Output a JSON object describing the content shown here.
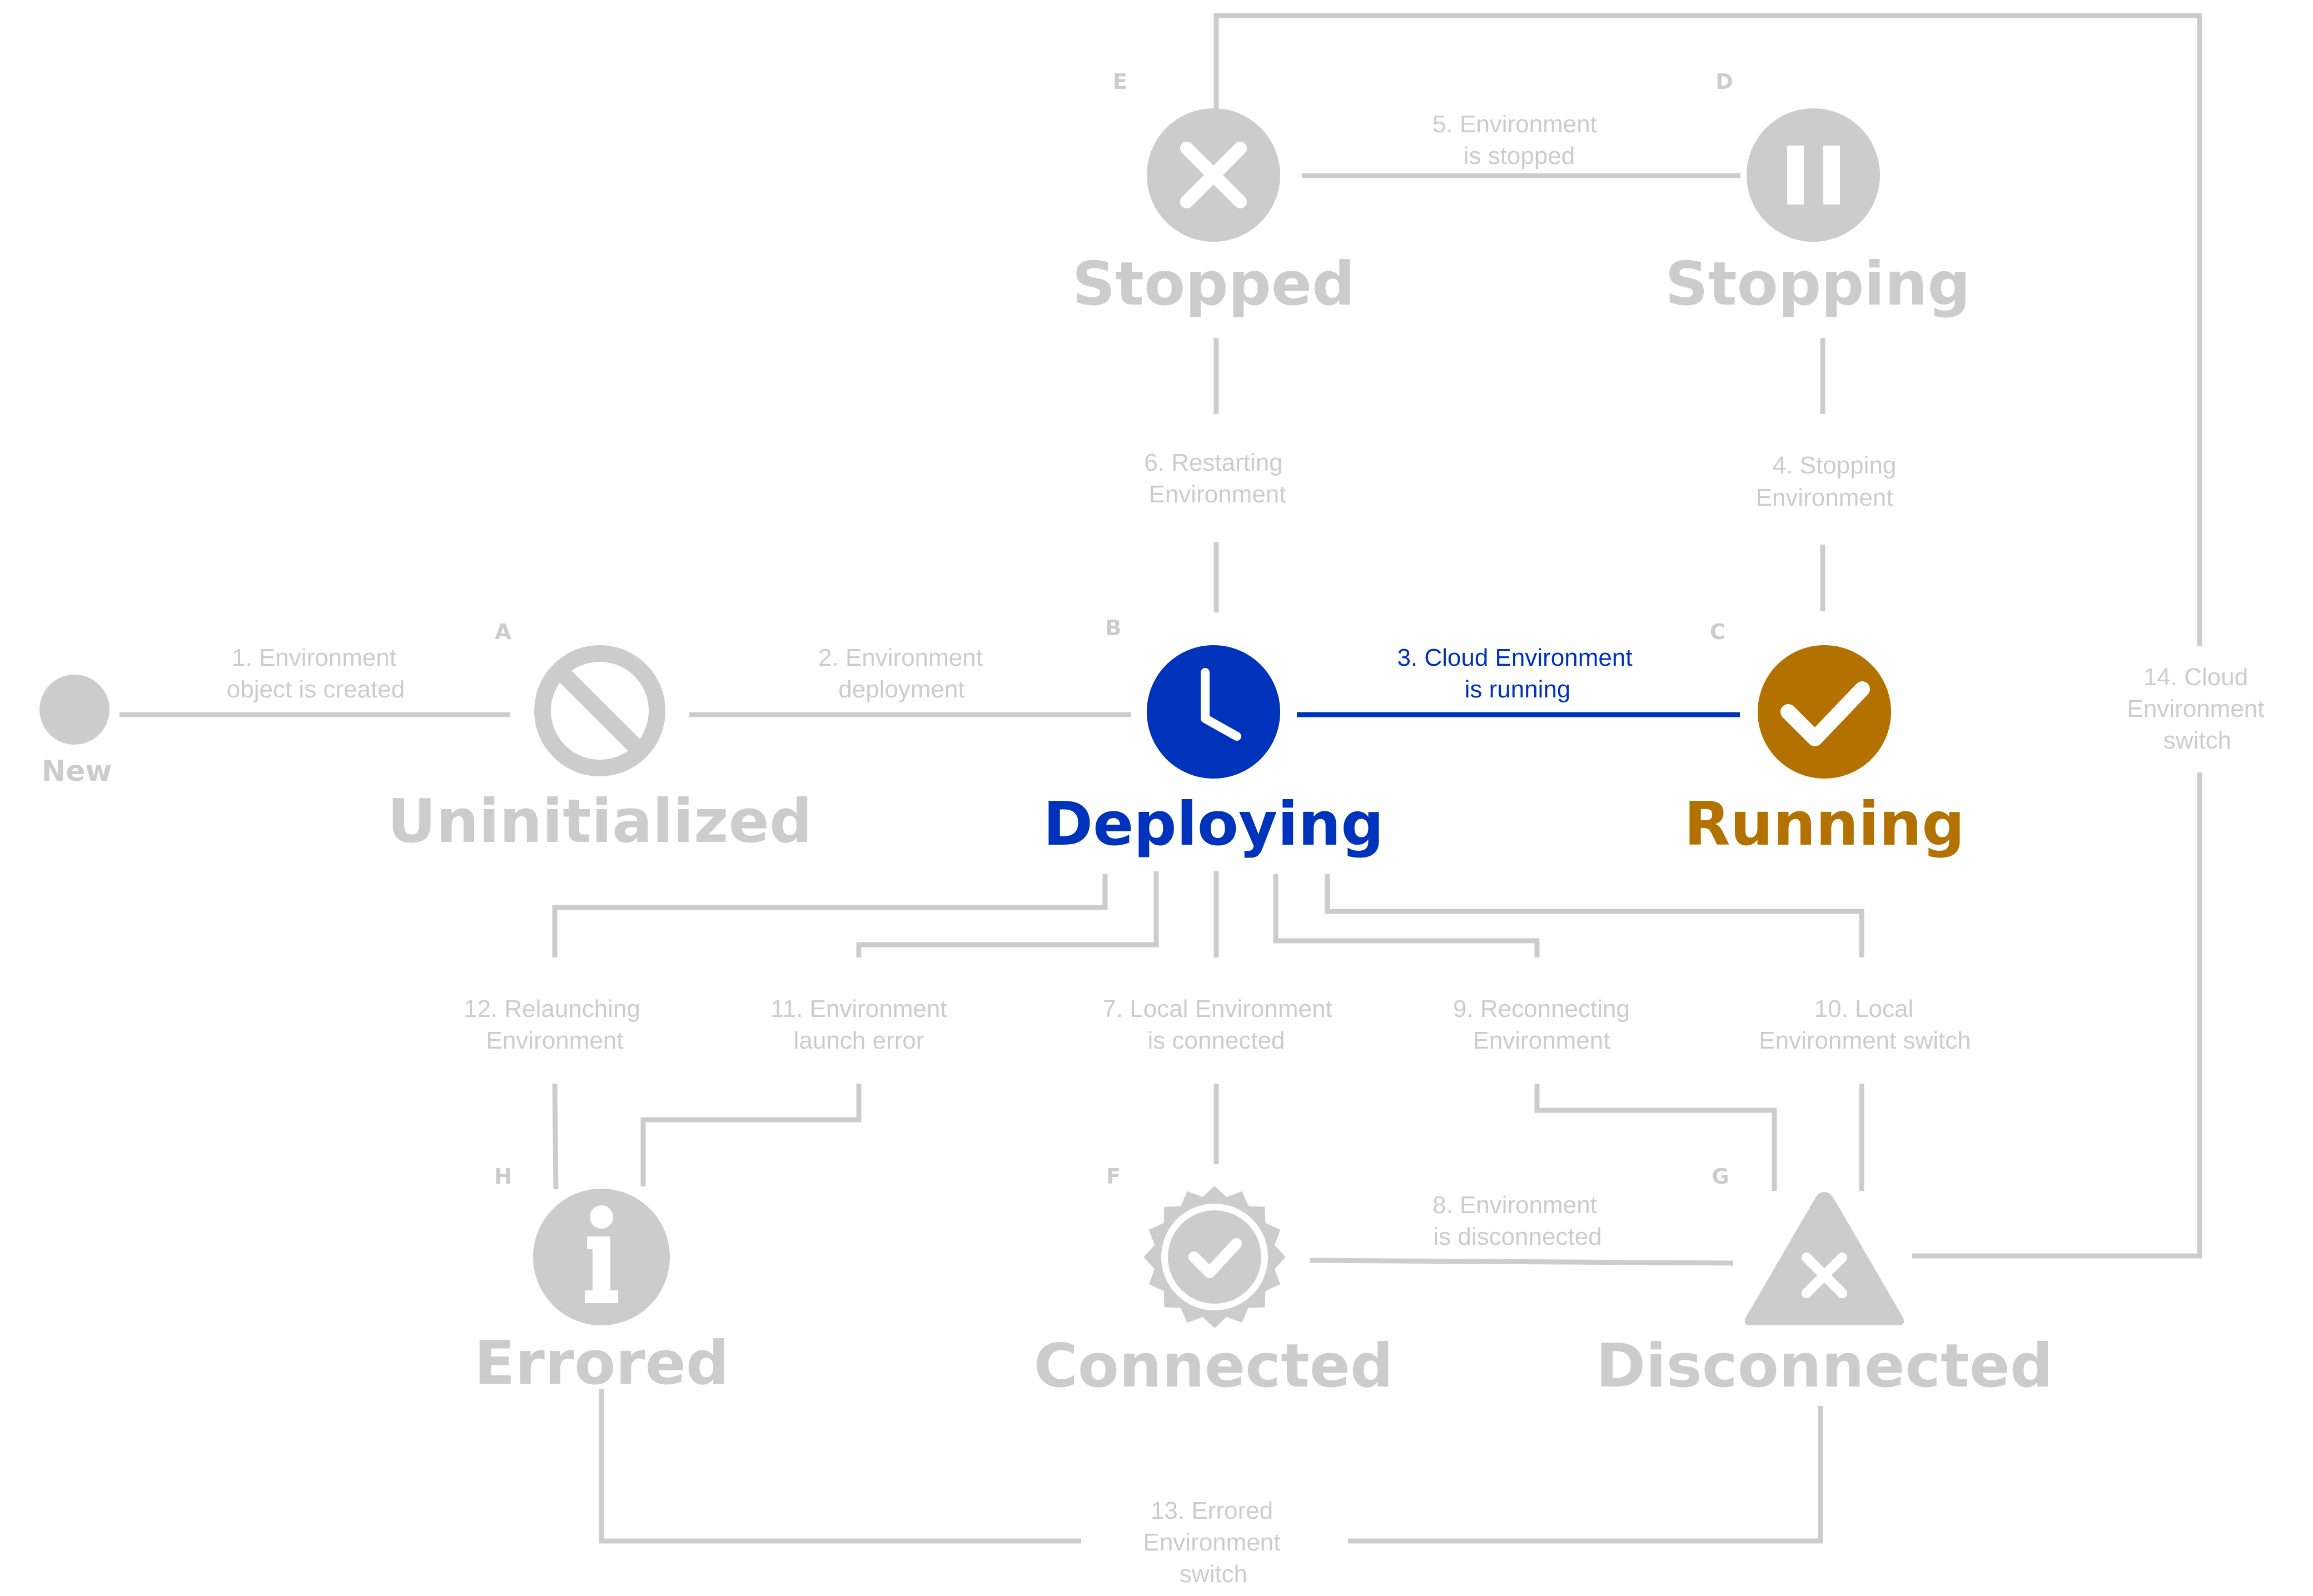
{
  "colors": {
    "inactive": "#cccccc",
    "deploying": "#0033bb",
    "running": "#b37200",
    "white": "#ffffff"
  },
  "start_node": {
    "label": "New"
  },
  "states": {
    "A": {
      "letter": "A",
      "title": "Uninitialized",
      "icon": "prohibited-icon"
    },
    "B": {
      "letter": "B",
      "title": "Deploying",
      "icon": "clock-icon"
    },
    "C": {
      "letter": "C",
      "title": "Running",
      "icon": "checkmark-icon"
    },
    "D": {
      "letter": "D",
      "title": "Stopping",
      "icon": "pause-icon"
    },
    "E": {
      "letter": "E",
      "title": "Stopped",
      "icon": "x-icon"
    },
    "F": {
      "letter": "F",
      "title": "Connected",
      "icon": "verified-badge-icon"
    },
    "G": {
      "letter": "G",
      "title": "Disconnected",
      "icon": "warning-triangle-icon"
    },
    "H": {
      "letter": "H",
      "title": "Errored",
      "icon": "info-icon"
    }
  },
  "transitions": {
    "t1": {
      "line1": "1. Environment",
      "line2": "object is created"
    },
    "t2": {
      "line1": "2. Environment",
      "line2": "deployment"
    },
    "t3": {
      "line1": "3. Cloud Environment",
      "line2": "is running"
    },
    "t4": {
      "line1": "4. Stopping",
      "line2": "Environment"
    },
    "t5": {
      "line1": "5. Environment",
      "line2": "is stopped"
    },
    "t6": {
      "line1": "6. Restarting",
      "line2": "Environment"
    },
    "t7": {
      "line1": "7. Local Environment",
      "line2": "is connected"
    },
    "t8": {
      "line1": "8. Environment",
      "line2": "is disconnected"
    },
    "t9": {
      "line1": "9. Reconnecting",
      "line2": "Environment"
    },
    "t10": {
      "line1": "10. Local",
      "line2": "Environment switch"
    },
    "t11": {
      "line1": "11. Environment",
      "line2": "launch error"
    },
    "t12": {
      "line1": "12. Relaunching",
      "line2": "Environment"
    },
    "t13": {
      "line1": "13. Errored",
      "line2": "Environment",
      "line3": "switch"
    },
    "t14": {
      "line1": "14. Cloud",
      "line2": "Environment",
      "line3": "switch"
    }
  }
}
